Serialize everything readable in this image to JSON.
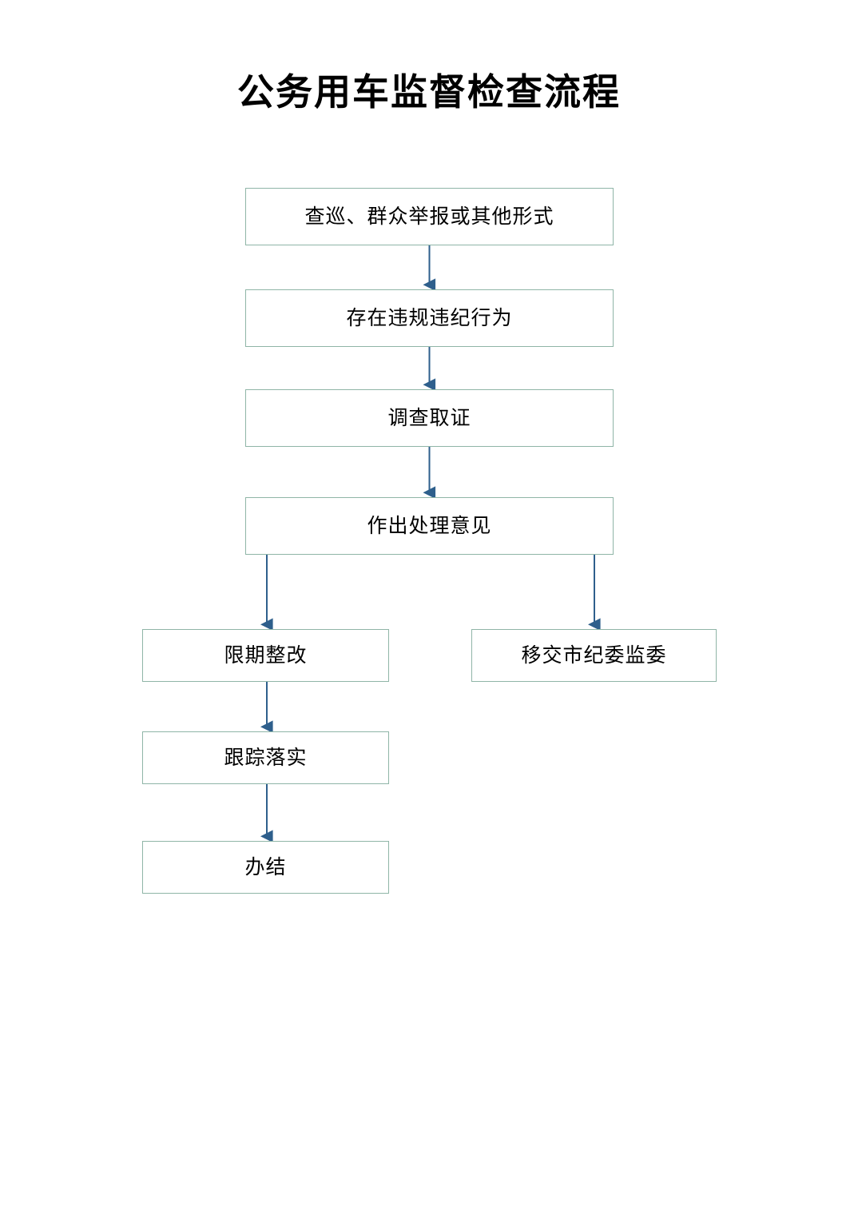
{
  "document": {
    "title": "公务用车监督检查流程",
    "language": "zh-CN"
  },
  "theme": {
    "page_background": "#ffffff",
    "node_border_color": "#8FB5A7",
    "node_fill_color": "#ffffff",
    "connector_color": "#2E5F8C",
    "text_color": "#000000"
  },
  "flowchart": {
    "type": "process-flow",
    "orientation": "top-to-bottom",
    "nodes": [
      {
        "id": "n0",
        "label": "查巡、群众举报或其他形式",
        "column": "trunk"
      },
      {
        "id": "n1",
        "label": "存在违规违纪行为",
        "column": "trunk"
      },
      {
        "id": "n2",
        "label": "调查取证",
        "column": "trunk"
      },
      {
        "id": "n3",
        "label": "作出处理意见",
        "column": "trunk"
      },
      {
        "id": "n4",
        "label": "限期整改",
        "column": "left-branch"
      },
      {
        "id": "n5",
        "label": "跟踪落实",
        "column": "left-branch"
      },
      {
        "id": "n6",
        "label": "办结",
        "column": "left-branch"
      },
      {
        "id": "n7",
        "label": "移交市纪委监委",
        "column": "right-branch"
      }
    ],
    "edges": [
      {
        "from": "n0",
        "to": "n1",
        "style": "straight-arrow-down"
      },
      {
        "from": "n1",
        "to": "n2",
        "style": "straight-arrow-down"
      },
      {
        "from": "n2",
        "to": "n3",
        "style": "straight-arrow-down"
      },
      {
        "from": "n3",
        "to": "n4",
        "style": "branch-arrow-down-left"
      },
      {
        "from": "n3",
        "to": "n7",
        "style": "branch-arrow-down-right"
      },
      {
        "from": "n4",
        "to": "n5",
        "style": "straight-arrow-down"
      },
      {
        "from": "n5",
        "to": "n6",
        "style": "straight-arrow-down"
      }
    ]
  }
}
